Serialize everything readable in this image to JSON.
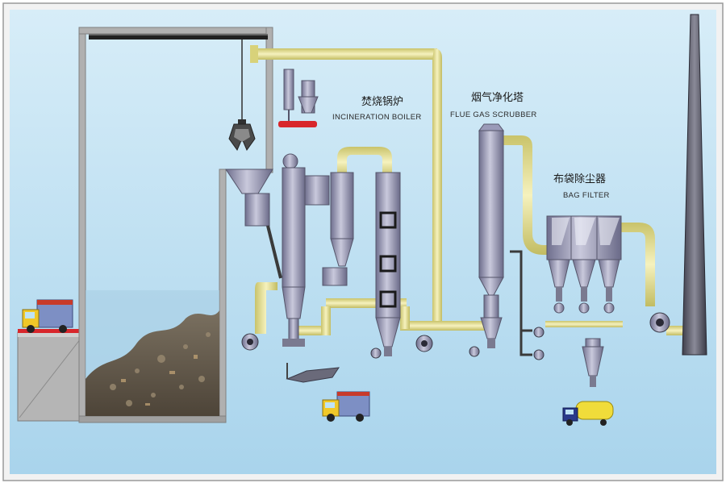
{
  "labels": {
    "boiler_cn": "焚烧锅炉",
    "boiler_en": "INCINERATION BOILER",
    "scrubber_cn": "烟气净化塔",
    "scrubber_en": "FLUE GAS SCRUBBER",
    "bagfilter_cn": "布袋除尘器",
    "bagfilter_en": "BAG FILTER"
  },
  "colors": {
    "background": "#bfe0f2",
    "pipe": "#e9e49a",
    "steel": "#8c8ca8",
    "bunker": "#a8a8a8",
    "accent_red": "#d8262b",
    "stack": "#5a5a68"
  },
  "icons": [
    "truck-icon",
    "grab-crane-icon",
    "fan-icon",
    "hopper-icon",
    "tanker-truck-icon"
  ]
}
